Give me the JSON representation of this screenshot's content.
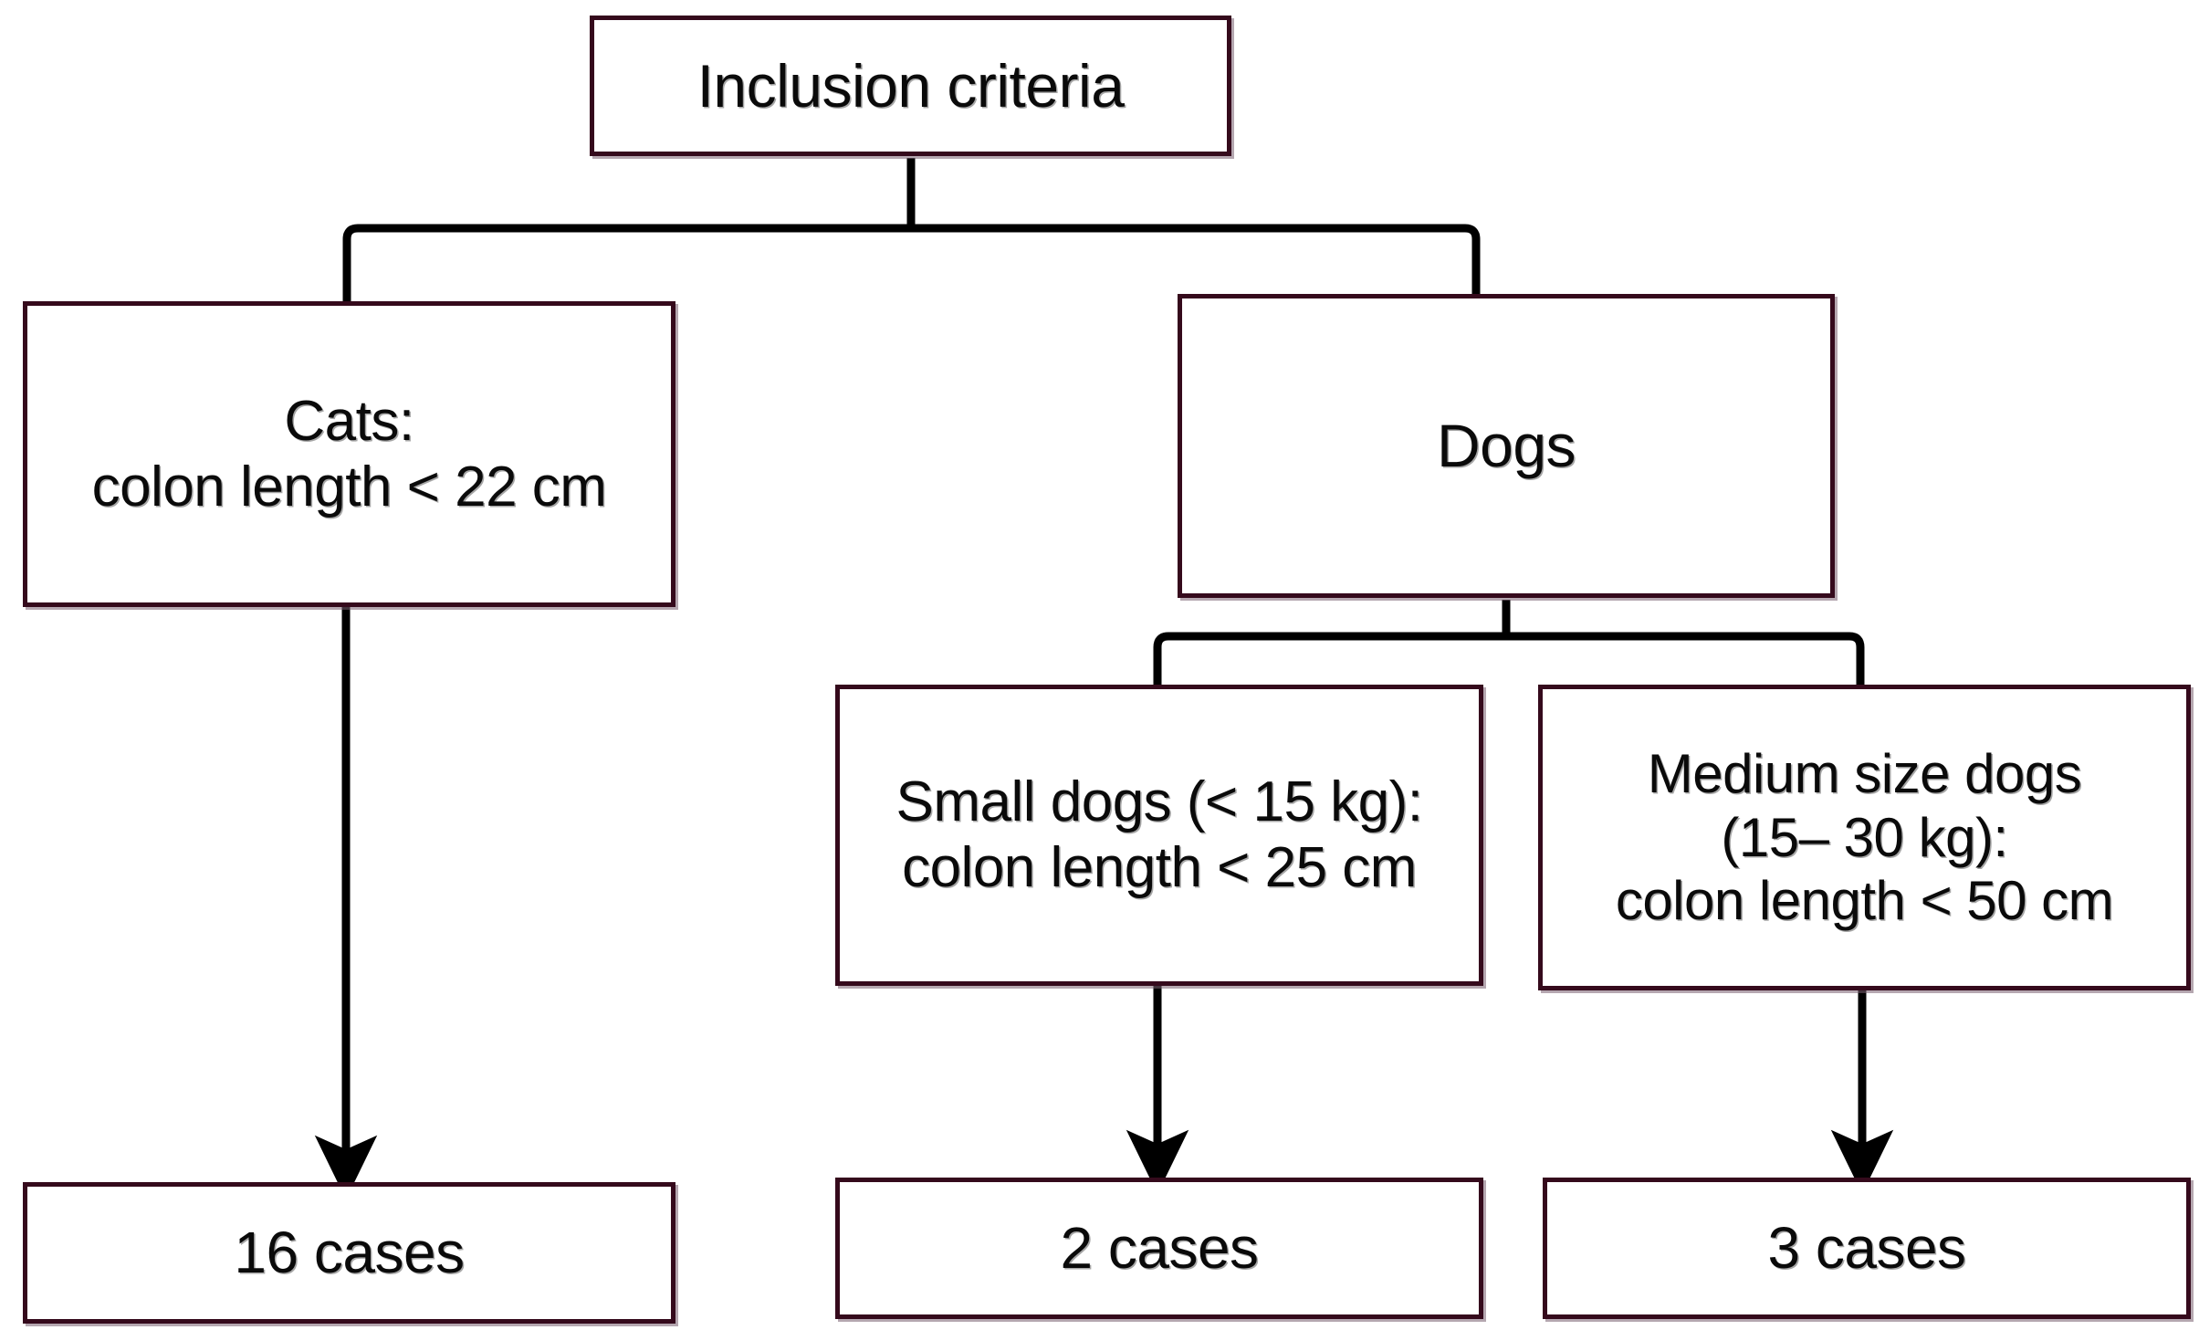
{
  "diagram": {
    "title": "Inclusion criteria flowchart",
    "type": "flowchart",
    "colors": {
      "box_border": "#350A1C",
      "box_fill": "#FFFFFF",
      "connector": "#000000",
      "text": "#0A0A0A",
      "shadow": "#785F70"
    },
    "nodes": {
      "root": {
        "label": "Inclusion criteria"
      },
      "cats": {
        "label": "Cats:\ncolon length < 22 cm"
      },
      "dogs": {
        "label": "Dogs"
      },
      "small_dogs": {
        "label": "Small dogs (< 15 kg):\ncolon length < 25 cm"
      },
      "medium_dogs": {
        "label": "Medium size dogs\n(15– 30 kg):\ncolon length < 50 cm"
      },
      "cats_cases": {
        "label": "16 cases"
      },
      "small_dogs_cases": {
        "label": "2 cases"
      },
      "medium_dogs_cases": {
        "label": "3 cases"
      }
    },
    "edges": [
      {
        "from": "root",
        "to": "cats",
        "style": "elbow"
      },
      {
        "from": "root",
        "to": "dogs",
        "style": "elbow"
      },
      {
        "from": "dogs",
        "to": "small_dogs",
        "style": "elbow"
      },
      {
        "from": "dogs",
        "to": "medium_dogs",
        "style": "elbow"
      },
      {
        "from": "cats",
        "to": "cats_cases",
        "style": "arrow"
      },
      {
        "from": "small_dogs",
        "to": "small_dogs_cases",
        "style": "arrow"
      },
      {
        "from": "medium_dogs",
        "to": "medium_dogs_cases",
        "style": "arrow"
      }
    ]
  }
}
